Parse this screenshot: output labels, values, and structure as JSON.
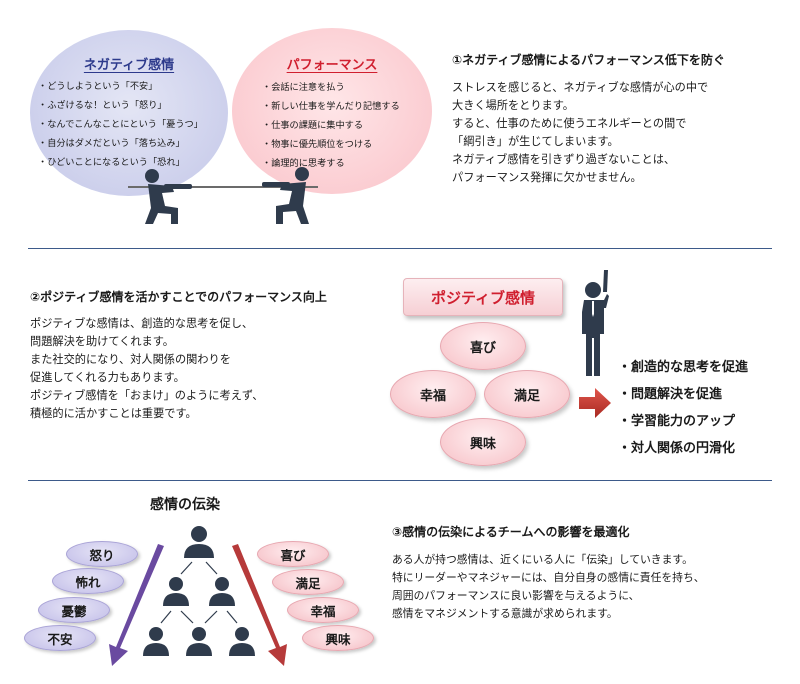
{
  "section1": {
    "negative_title": "ネガティブ感情",
    "negative_items": [
      "どうしようという「不安」",
      "ふざけるな！という「怒り」",
      "なんでこんなことにという「憂うつ」",
      "自分はダメだという「落ち込み」",
      "ひどいことになるという「恐れ」"
    ],
    "performance_title": "パフォーマンス",
    "performance_items": [
      "会話に注意を払う",
      "新しい仕事を学んだり記憶する",
      "仕事の課題に集中する",
      "物事に優先順位をつける",
      "論理的に思考する"
    ],
    "heading": "①ネガティブ感情によるパフォーマンス低下を防ぐ",
    "body": "ストレスを感じると、ネガティブな感情が心の中で\n大きく場所をとります。\nすると、仕事のために使うエネルギーとの間で\n「綱引き」が生じてしまいます。\nネガティブ感情を引きずり過ぎないことは、\nパフォーマンス発揮に欠かせません。"
  },
  "section2": {
    "heading": "②ポジティブ感情を活かすことでのパフォーマンス向上",
    "body": "ポジティブな感情は、創造的な思考を促し、\n問題解決を助けてくれます。\nまた社交的になり、対人関係の関わりを\n促進してくれる力もあります。\nポジティブ感情を「おまけ」のように考えず、\n積極的に活かすことは重要です。",
    "box_title": "ポジティブ感情",
    "emotions": [
      "喜び",
      "幸福",
      "満足",
      "興味"
    ],
    "results": [
      "創造的な思考を促進",
      "問題解決を促進",
      "学習能力のアップ",
      "対人関係の円滑化"
    ]
  },
  "section3": {
    "title": "感情の伝染",
    "negative_emotions": [
      "怒り",
      "怖れ",
      "憂鬱",
      "不安"
    ],
    "positive_emotions": [
      "喜び",
      "満足",
      "幸福",
      "興味"
    ],
    "heading": "③感情の伝染によるチームへの影響を最適化",
    "body": "ある人が持つ感情は、近くにいる人に「伝染」していきます。\n特にリーダーやマネジャーには、自分自身の感情に責任を持ち、\n周囲のパフォーマンスに良い影響を与えるように、\n感情をマネジメントする意識が求められます。"
  },
  "colors": {
    "negative_title": "#2d3a8c",
    "performance_title": "#d01f2f",
    "figure": "#2f3b4c",
    "divider": "#3d5a8a",
    "arrow_red": "#c0312b",
    "arrow_purple": "#6a4aa0",
    "arrow_dark_red": "#b63a3a"
  }
}
